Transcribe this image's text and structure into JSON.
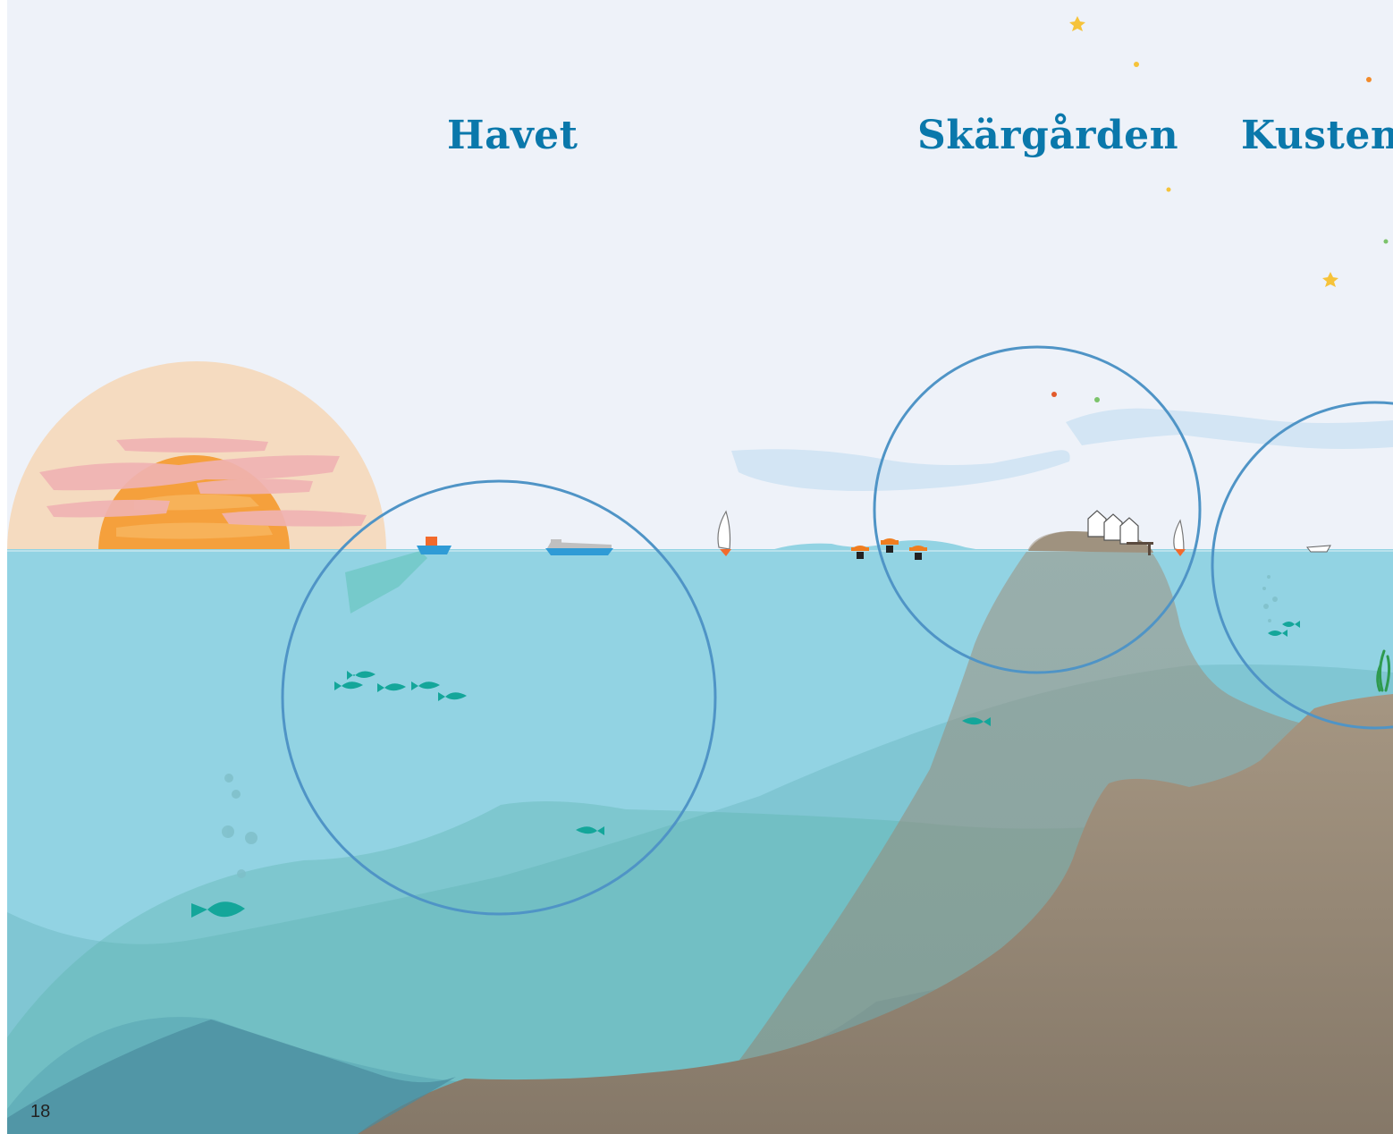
{
  "zones": [
    {
      "id": "havet",
      "label": "Havet"
    },
    {
      "id": "skargarden",
      "label": "Skärgården"
    },
    {
      "id": "kusten",
      "label": "Kusten"
    }
  ],
  "page_number": "18",
  "colors": {
    "sky": "#eef2f9",
    "water": "#92d3e3",
    "title": "#0a78ab",
    "circle_outline": "#4f94c6",
    "land": "#9a8b77",
    "fish": "#14a69a",
    "sun": "#f5a03c",
    "sun_halo": "#f5dbc0",
    "cloud": "#f0b3b3",
    "boat_hull": "#2f9bd6",
    "buoy": "#f07d1f"
  },
  "icons": [
    "sun-icon",
    "ship-icon",
    "ferry-icon",
    "sailboat-icon",
    "buoy-icon",
    "house-icon",
    "fish-icon",
    "star-icon",
    "seaweed-icon",
    "bubble-icon",
    "motorboat-icon"
  ]
}
